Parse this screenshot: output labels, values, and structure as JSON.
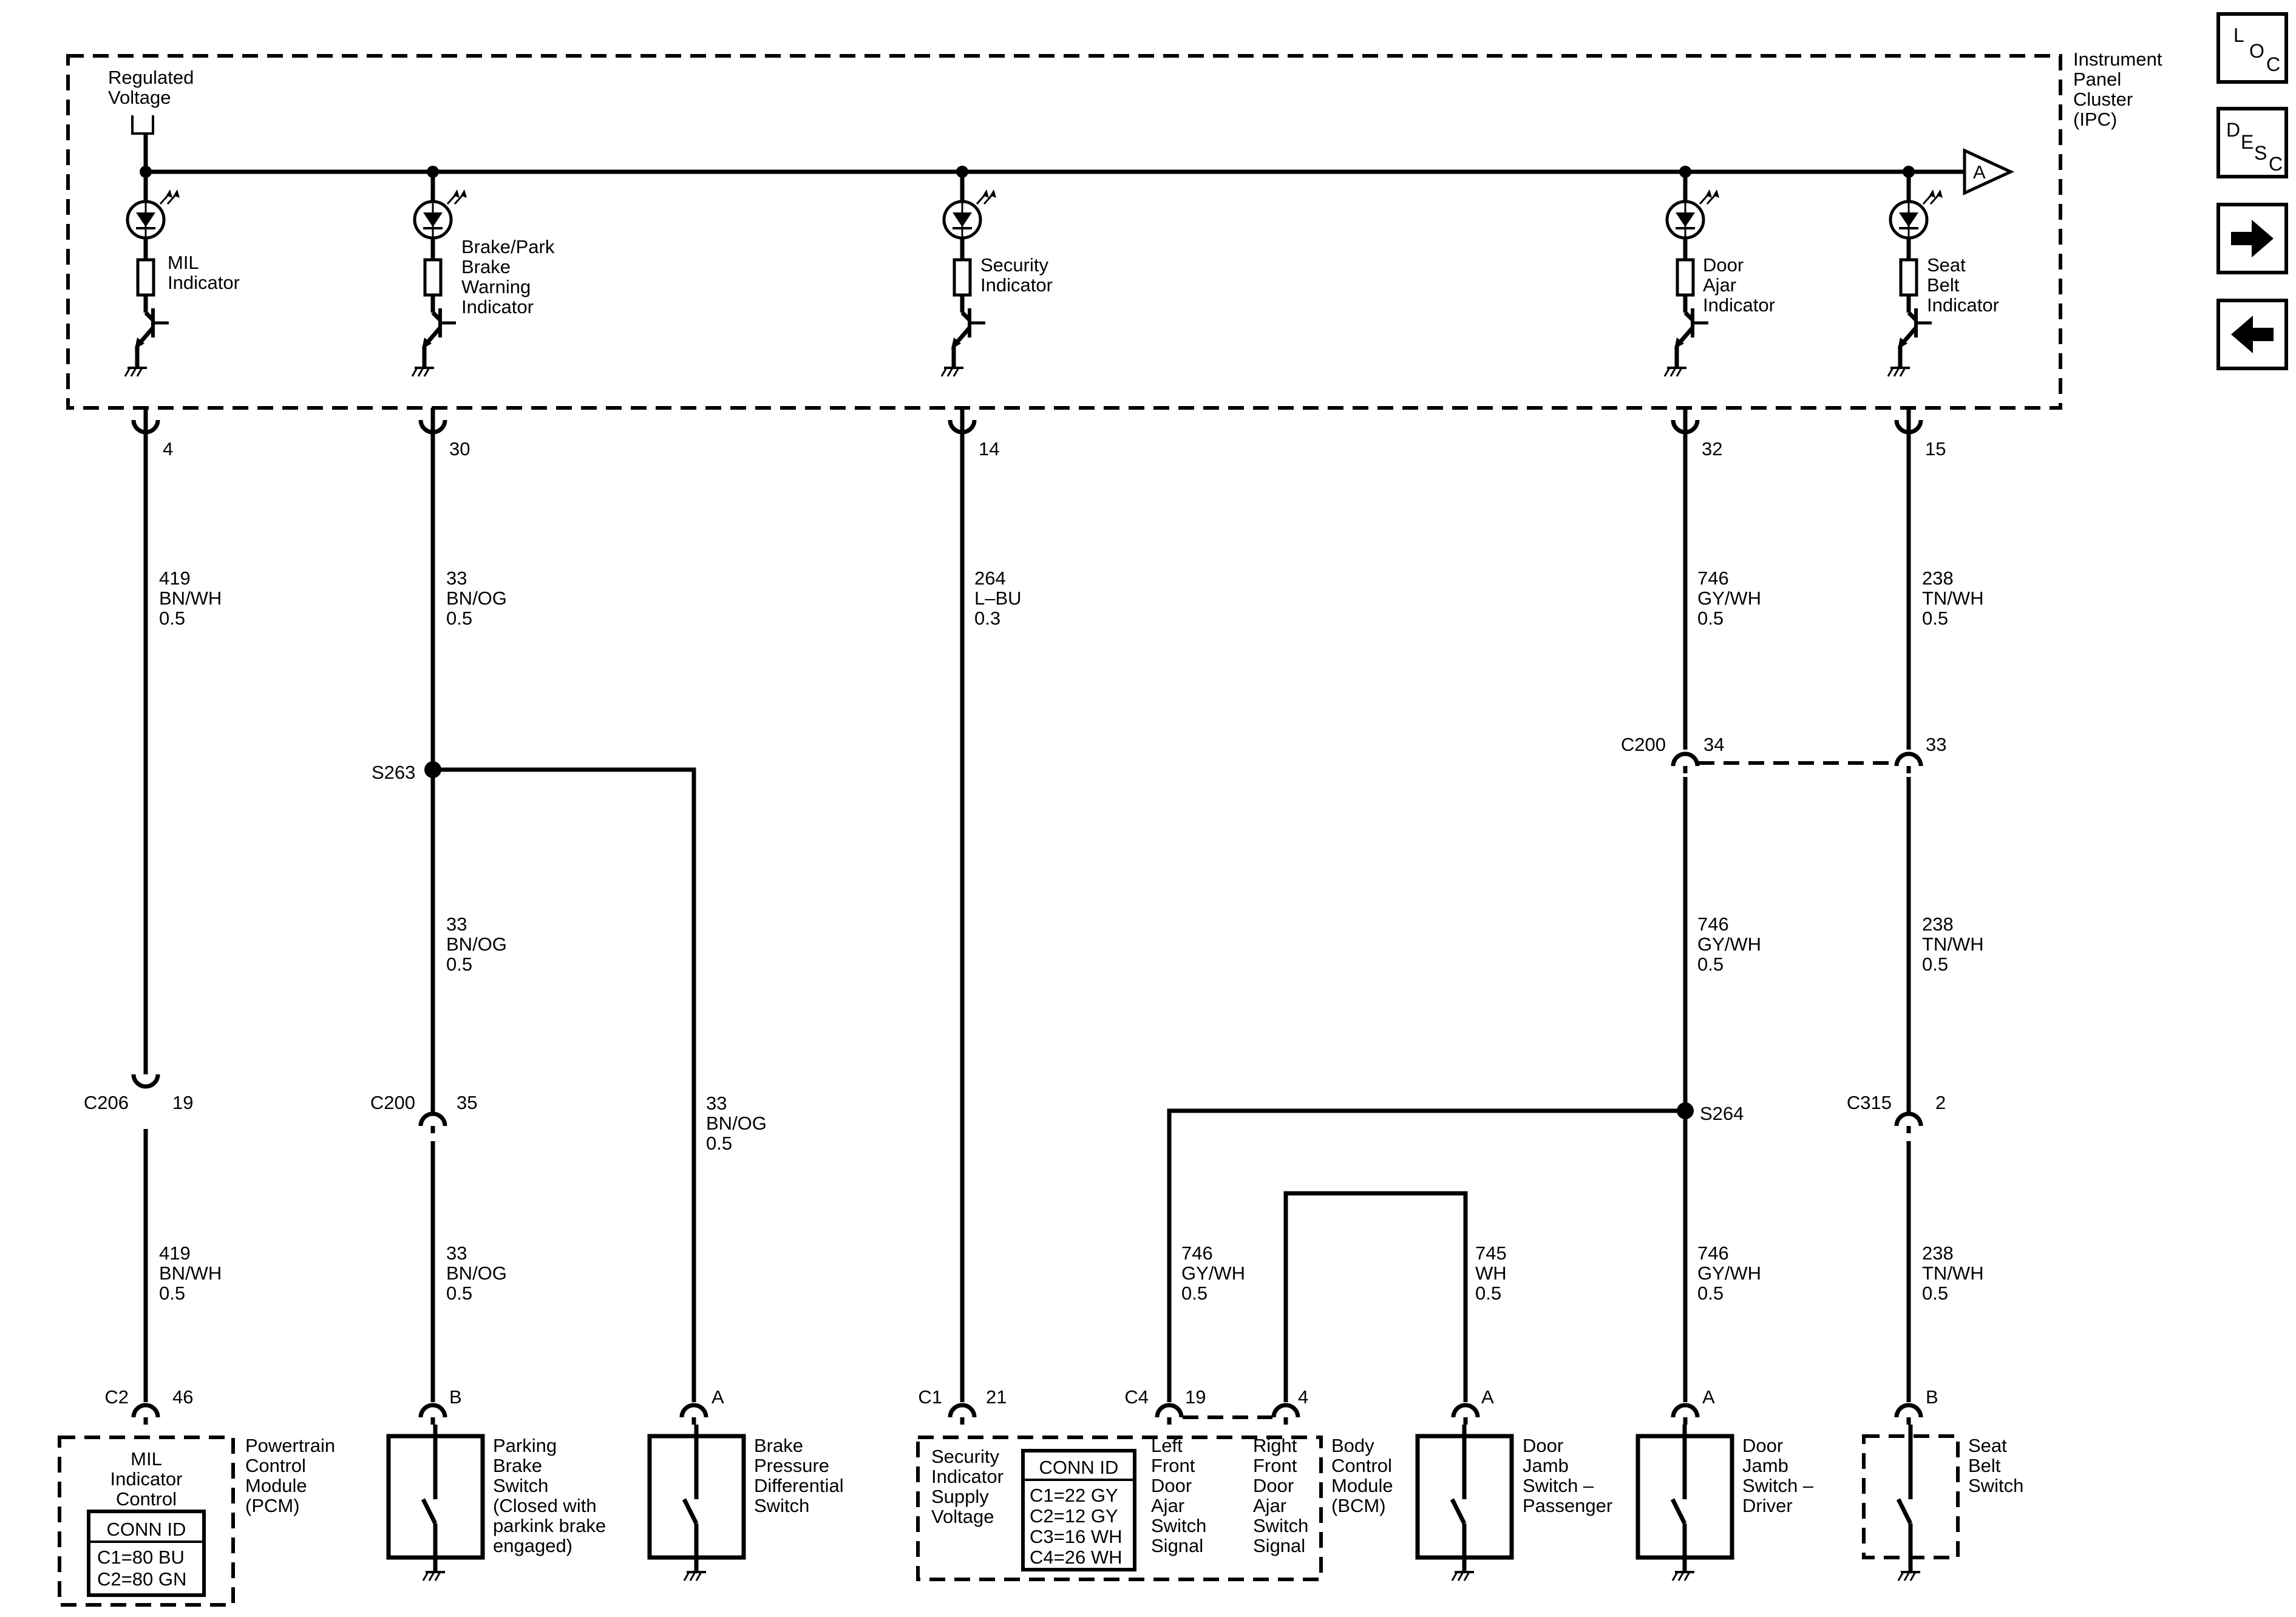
{
  "nav": {
    "loc": [
      "L",
      "O",
      "C"
    ],
    "desc": [
      "D",
      "E",
      "S",
      "C"
    ],
    "next_icon": "right-arrow-icon",
    "prev_icon": "left-arrow-icon"
  },
  "ipc": {
    "name": [
      "Instrument",
      "Panel",
      "Cluster",
      "(IPC)"
    ],
    "regulated": [
      "Regulated",
      "Voltage"
    ],
    "offpage": "A",
    "indicators": [
      {
        "label": [
          "MIL",
          "Indicator"
        ]
      },
      {
        "label": [
          "Brake/Park",
          "Brake",
          "Warning",
          "Indicator"
        ]
      },
      {
        "label": [
          "Security",
          "Indicator"
        ]
      },
      {
        "label": [
          "Door",
          "Ajar",
          "Indicator"
        ]
      },
      {
        "label": [
          "Seat",
          "Belt",
          "Indicator"
        ]
      }
    ],
    "pins": [
      "4",
      "30",
      "14",
      "32",
      "15"
    ]
  },
  "wires": {
    "mil_top": [
      "419",
      "BN/WH",
      "0.5"
    ],
    "brake_top": [
      "33",
      "BN/OG",
      "0.5"
    ],
    "sec": [
      "264",
      "L–BU",
      "0.3"
    ],
    "door_top": [
      "746",
      "GY/WH",
      "0.5"
    ],
    "seat_top": [
      "238",
      "TN/WH",
      "0.5"
    ],
    "brake_mid": [
      "33",
      "BN/OG",
      "0.5"
    ],
    "brake_diff": [
      "33",
      "BN/OG",
      "0.5"
    ],
    "door_mid": [
      "746",
      "GY/WH",
      "0.5"
    ],
    "seat_mid": [
      "238",
      "TN/WH",
      "0.5"
    ],
    "mil_bot": [
      "419",
      "BN/WH",
      "0.5"
    ],
    "brake_bot": [
      "33",
      "BN/OG",
      "0.5"
    ],
    "lf_door": [
      "746",
      "GY/WH",
      "0.5"
    ],
    "rf_door": [
      "745",
      "WH",
      "0.5"
    ],
    "door_bot": [
      "746",
      "GY/WH",
      "0.5"
    ],
    "seat_bot": [
      "238",
      "TN/WH",
      "0.5"
    ]
  },
  "splices": [
    "S263",
    "S264"
  ],
  "connectors": {
    "c200_upper": {
      "name": "C200",
      "pin_a": "34",
      "pin_b": "33"
    },
    "c206": {
      "name": "C206",
      "pin": "19"
    },
    "c200_brake": {
      "name": "C200",
      "pin": "35"
    },
    "c315": {
      "name": "C315",
      "pin": "2"
    },
    "pcm": {
      "name": "C2",
      "pin": "46"
    },
    "park_sw": {
      "pin": "B"
    },
    "diff_sw": {
      "pin": "A"
    },
    "bcm_c1": {
      "name": "C1",
      "pin": "21"
    },
    "bcm_c4": {
      "name": "C4",
      "pin_a": "19",
      "pin_b": "4"
    },
    "pass_sw": {
      "pin": "A"
    },
    "drv_sw": {
      "pin": "A"
    },
    "seat_sw": {
      "pin": "B"
    }
  },
  "components": {
    "pcm": {
      "name": [
        "Powertrain",
        "Control",
        "Module",
        "(PCM)"
      ],
      "inner": [
        "MIL",
        "Indicator",
        "Control"
      ],
      "conn_title": "CONN ID",
      "conn_rows": [
        "C1=80 BU",
        "C2=80 GN"
      ]
    },
    "park": [
      "Parking",
      "Brake",
      "Switch",
      "(Closed with",
      "parkink brake",
      "engaged)"
    ],
    "diff": [
      "Brake",
      "Pressure",
      "Differential",
      "Switch"
    ],
    "bcm": {
      "name": [
        "Body",
        "Control",
        "Module",
        "(BCM)"
      ],
      "sec_supply": [
        "Security",
        "Indicator",
        "Supply",
        "Voltage"
      ],
      "conn_title": "CONN ID",
      "conn_rows": [
        "C1=22 GY",
        "C2=12 GY",
        "C3=16 WH",
        "C4=26 WH"
      ],
      "lf": [
        "Left",
        "Front",
        "Door",
        "Ajar",
        "Switch",
        "Signal"
      ],
      "rf": [
        "Right",
        "Front",
        "Door",
        "Ajar",
        "Switch",
        "Signal"
      ]
    },
    "pass": [
      "Door",
      "Jamb",
      "Switch –",
      "Passenger"
    ],
    "drv": [
      "Door",
      "Jamb",
      "Switch –",
      "Driver"
    ],
    "seat": [
      "Seat",
      "Belt",
      "Switch"
    ]
  }
}
